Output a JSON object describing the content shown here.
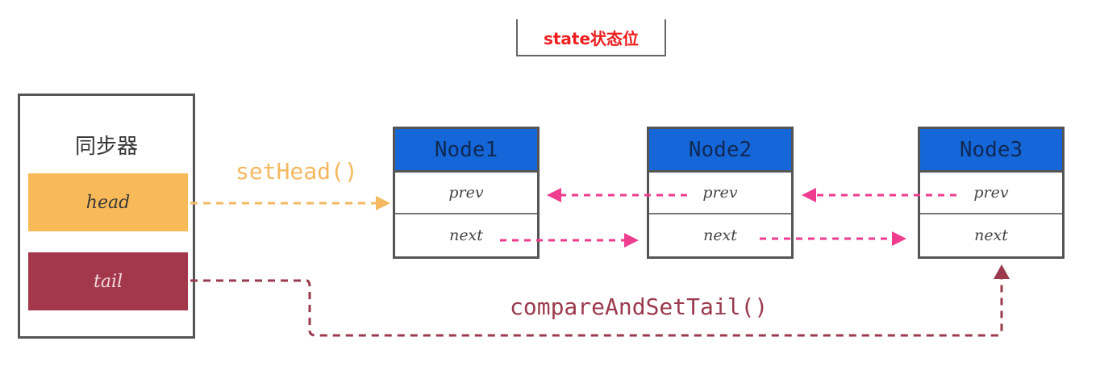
{
  "state_label": "state状态位",
  "synchronizer": {
    "title": "同步器",
    "head_label": "head",
    "tail_label": "tail"
  },
  "nodes": [
    {
      "title": "Node1",
      "prev": "prev",
      "next": "next"
    },
    {
      "title": "Node2",
      "prev": "prev",
      "next": "next"
    },
    {
      "title": "Node3",
      "prev": "prev",
      "next": "next"
    }
  ],
  "edge_labels": {
    "set_head": "setHead()",
    "compare_and_set_tail": "compareAndSetTail()"
  },
  "colors": {
    "node_header": "#1566d9",
    "head_field": "#f8ba58",
    "tail_field": "#a3384d",
    "link_arrows": "#ee3d8f",
    "state_text": "#ee1e1e"
  }
}
